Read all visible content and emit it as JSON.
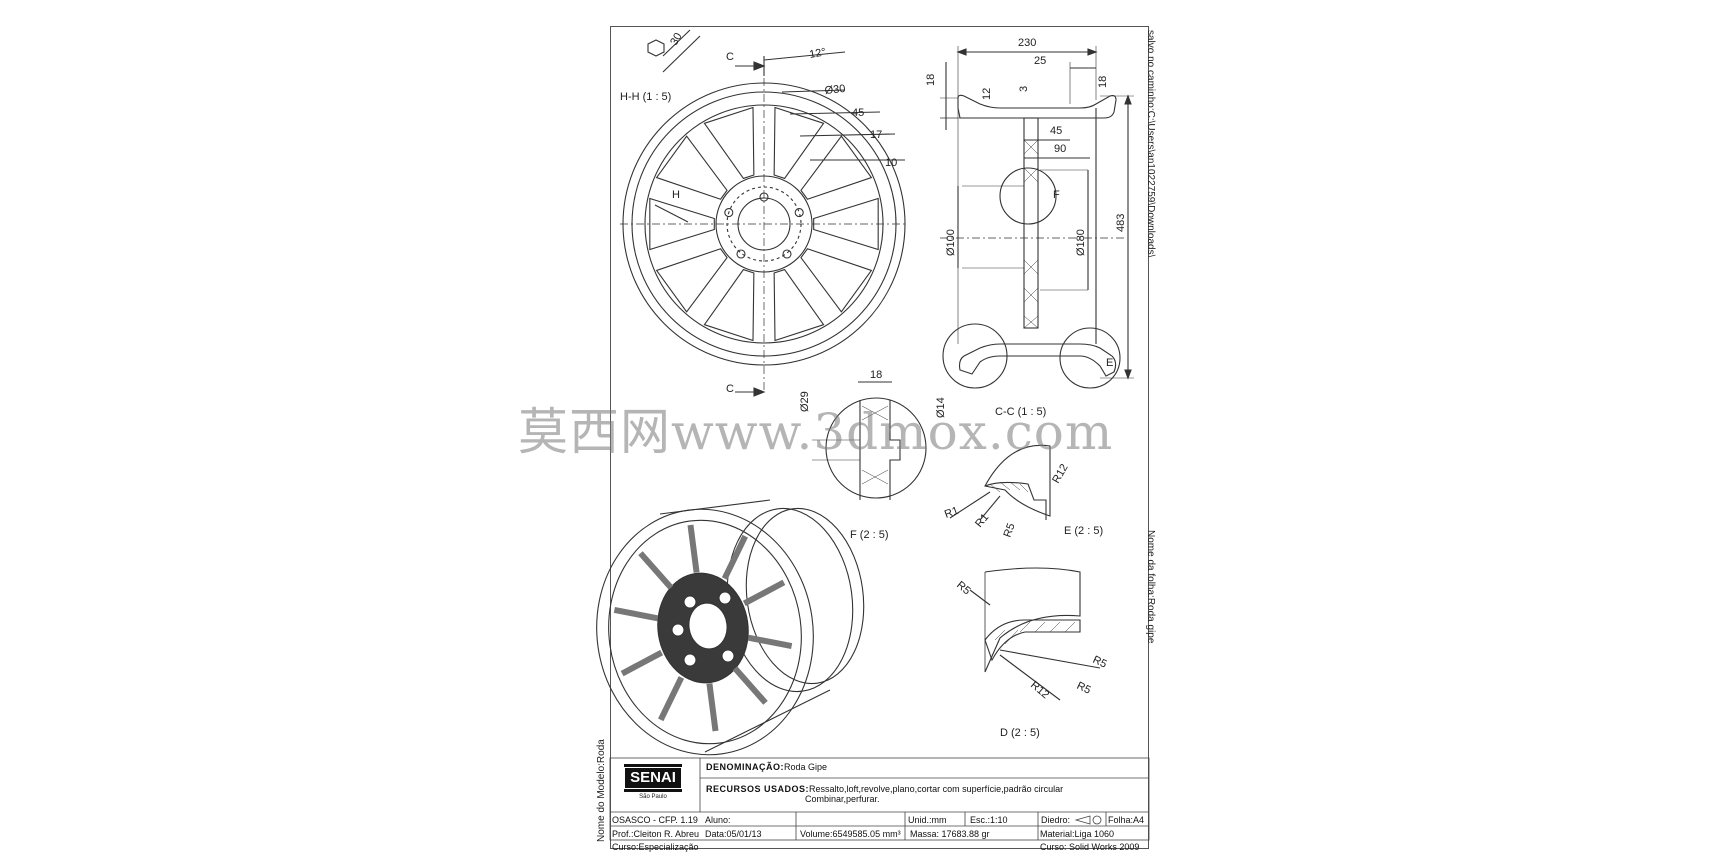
{
  "views": {
    "hh_label": "H-H (1 : 5)",
    "cc_label": "C-C (1 : 5)",
    "f_label": "F (2 : 5)",
    "e_label": "E (2 : 5)",
    "d_label": "D (2 : 5)",
    "section_c_top": "C",
    "section_c_bottom": "C",
    "section_h": "H",
    "detail_f": "F",
    "detail_e": "E"
  },
  "dimensions": {
    "hex_30": "30",
    "angle_12": "12°",
    "dia_30": "Ø30",
    "d45_front": "45",
    "d17": "17",
    "d10": "10",
    "d230": "230",
    "d25": "25",
    "d18_left": "18",
    "d12": "12",
    "d3": "3",
    "d18_right": "18",
    "d45_side": "45",
    "d90": "90",
    "dia100": "Ø100",
    "dia180": "Ø180",
    "d483": "483",
    "f18": "18",
    "f_dia29": "Ø29",
    "f_dia14": "Ø14",
    "e_r1a": "R1",
    "e_r1b": "R1",
    "e_r5": "R5",
    "e_r12": "R12",
    "d_r5_top": "R5",
    "d_r5_a": "R5",
    "d_r5_b": "R5",
    "d_r12": "R12"
  },
  "side_labels": {
    "path": "salvo no caminho:C:\\Users\\an1022759\\Downloads\\",
    "sheet_name": "Nome da folha:Roda gipe",
    "model_name": "Nome do Modelo:Roda"
  },
  "watermark": "莫西网www.3dmox.com",
  "title_block": {
    "logo": "SENAI",
    "logo_sub": "São Paulo",
    "denominacao_key": "DENOMINAÇÃO:",
    "denominacao_val": "Roda Gipe",
    "recursos_key": "RECURSOS USADOS:",
    "recursos_val1": "Ressalto,loft,revolve,plano,cortar com superfície,padrão circular",
    "recursos_val2": "Combinar,perfurar.",
    "school": "OSASCO - CFP. 1.19",
    "aluno": "Aluno:",
    "unid": "Unid.:mm",
    "esc": "Esc.:1:10",
    "diedro": "Diedro:",
    "folha": "Folha:A4",
    "prof": "Prof.:Cleiton R. Abreu",
    "data": "Data:05/01/13",
    "volume": "Volume:6549585.05 mm³",
    "massa": "Massa: 17683.88 gr",
    "material": "Material:Liga 1060",
    "curso": "Curso:Especialização",
    "curso2": "Curso: Solid Works 2009"
  }
}
